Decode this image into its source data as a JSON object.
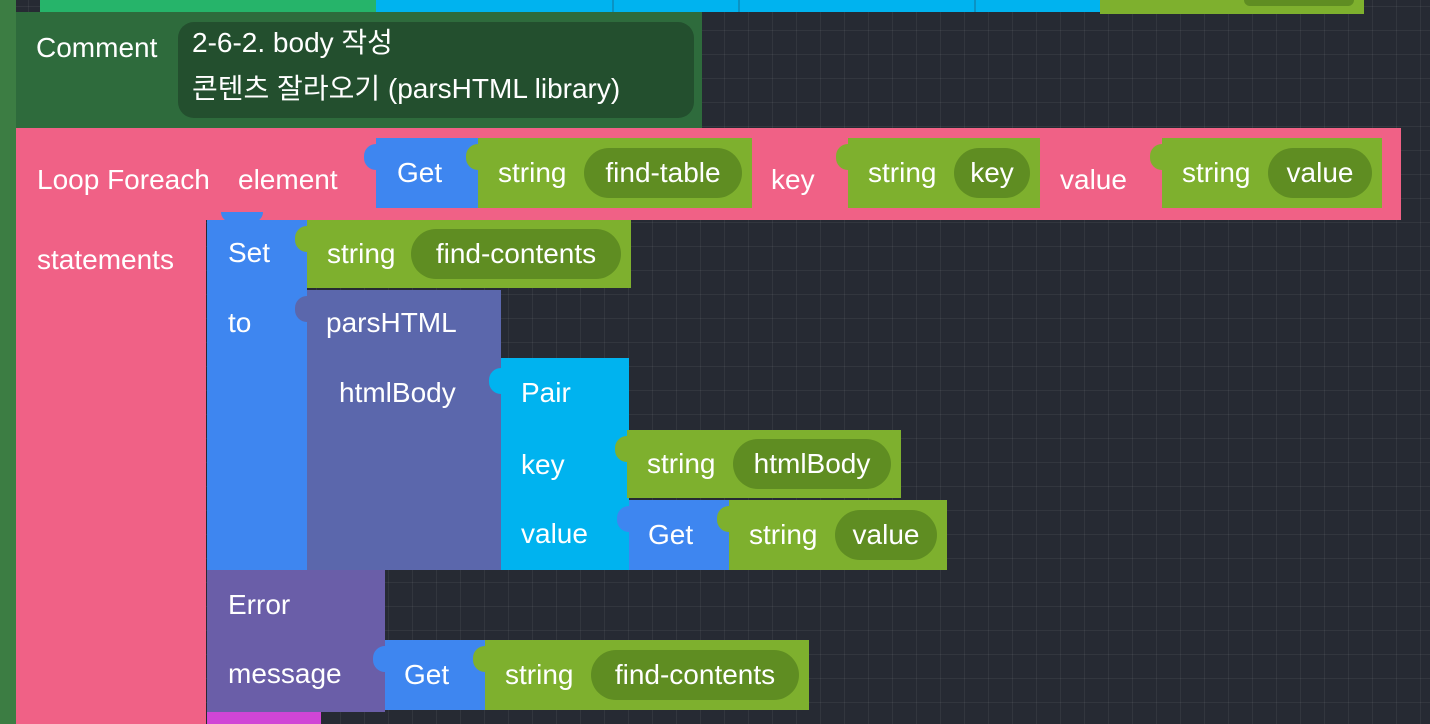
{
  "colors": {
    "workspace": "#262a33",
    "outer_block": "#3c7d43",
    "comment_block": "#2e6b3c",
    "loop_block": "#f06186",
    "get_block": "#3e86f0",
    "string_block": "#7eb02e",
    "string_pill": "#5f8d22",
    "parsehtml_block": "#5b67ac",
    "pair_block": "#00b3ef",
    "error_block": "#6a5ea8",
    "next_block": "#d046d6"
  },
  "comment": {
    "label": "Comment",
    "line1": "2-6-2. body 작성",
    "line2": "콘텐츠 잘라오기 (parsHTML library)"
  },
  "loop": {
    "title": "Loop Foreach",
    "element_label": "element",
    "element_get": {
      "label": "Get",
      "type": "string",
      "value": "find-table"
    },
    "key_label": "key",
    "key_value": {
      "type": "string",
      "value": "key"
    },
    "value_label": "value",
    "value_value": {
      "type": "string",
      "value": "value"
    },
    "statements_label": "statements"
  },
  "set": {
    "label": "Set",
    "var": {
      "type": "string",
      "value": "find-contents"
    },
    "to_label": "to"
  },
  "parsehtml": {
    "label": "parsHTML",
    "param_label": "htmlBody"
  },
  "pair": {
    "label": "Pair",
    "key_label": "key",
    "key_value": {
      "type": "string",
      "value": "htmlBody"
    },
    "value_label": "value",
    "value_get": {
      "label": "Get",
      "type": "string",
      "value": "value"
    }
  },
  "error": {
    "label": "Error",
    "message_label": "message",
    "message_get": {
      "label": "Get",
      "type": "string",
      "value": "find-contents"
    }
  }
}
